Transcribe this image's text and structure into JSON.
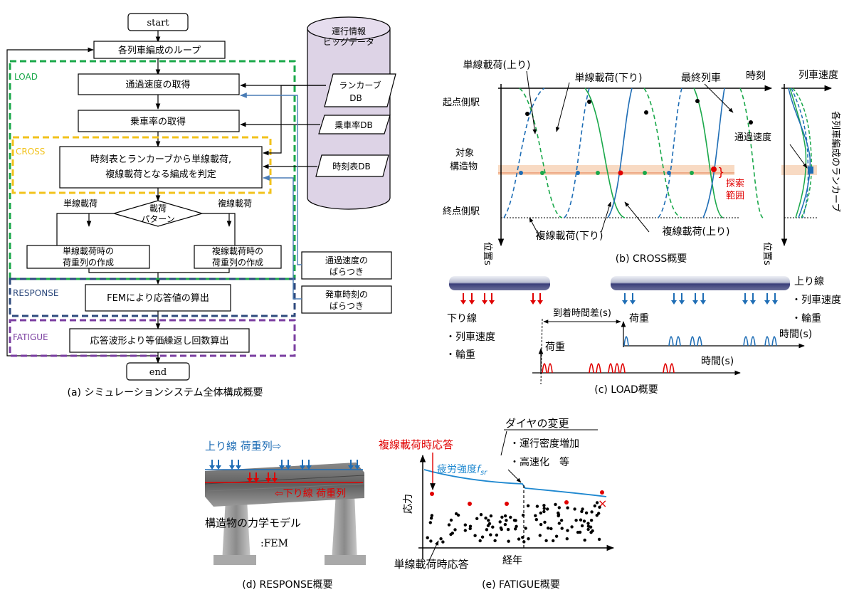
{
  "panel_a": {
    "caption": "(a) シミュレーションシステム全体構成概要",
    "start": "start",
    "end": "end",
    "loop": "各列車編成のループ",
    "db_cylinder": [
      "運行情報",
      "ビッグデータ"
    ],
    "db_runcurve": [
      "ランカーブ",
      "DB"
    ],
    "db_occupancy": "乗車率DB",
    "db_timetable": "時刻表DB",
    "section_load": "LOAD",
    "section_cross": "CROSS",
    "section_response": "RESPONSE",
    "section_fatigue": "FATIGUE",
    "step_speed": "通過速度の取得",
    "step_occupancy": "乗車率の取得",
    "step_judge": [
      "時刻表とランカーブから単線載荷,",
      "複線載荷となる編成を判定"
    ],
    "decision": [
      "載荷",
      "パターン"
    ],
    "branch_single": "単線載荷",
    "branch_double": "複線載荷",
    "single_series": [
      "単線載荷時の",
      "荷重列の作成"
    ],
    "double_series": [
      "複線載荷時の",
      "荷重列の作成"
    ],
    "speed_var": [
      "通過速度の",
      "ばらつき"
    ],
    "departure_var": [
      "発車時刻の",
      "ばらつき"
    ],
    "fem": "FEMにより応答値の算出",
    "fatigue_step": "応答波形より等価繰返し回数算出",
    "colors": {
      "load": "#1aa84a",
      "cross": "#f2c21b",
      "response": "#2e4a7d",
      "fatigue": "#7a3ea0",
      "arrow_blue": "#4a7cb5",
      "cylinder": "#ddd3e6"
    }
  },
  "panel_b": {
    "caption": "(b) CROSS概要",
    "single_up": "単線載荷(上り)",
    "single_down": "単線載荷(下り)",
    "last_train": "最終列車",
    "time_axis": "時刻",
    "origin": "起点側駅",
    "target": [
      "対象",
      "構造物"
    ],
    "terminal": "終点側駅",
    "search": [
      "探索",
      "範囲"
    ],
    "double_down": "複線載荷(下り)",
    "double_up": "複線載荷(上り)",
    "position": "位置s",
    "train_speed": "列車速度",
    "pass_speed": "通過速度",
    "run_curve": "各列車編成のランカーブ",
    "colors": {
      "blue": "#1e6db5",
      "green": "#1aa84a",
      "band": "#f7d4b8",
      "red": "#e00000"
    }
  },
  "panel_c": {
    "caption": "(c) LOAD概要",
    "down_line": "下り線",
    "down_items": [
      "・列車速度",
      "・輪重"
    ],
    "up_line": "上り線",
    "up_items": [
      "・列車速度",
      "・輪重"
    ],
    "arrival_diff": "到着時間差(s)",
    "load": "荷重",
    "time": "時間(s)"
  },
  "panel_d": {
    "caption": "(d) RESPONSE概要",
    "up_series": "上り線 荷重列⇨",
    "down_series": "⇦下り線 荷重列",
    "model": "構造物の力学モデル",
    "fem": ":FEM"
  },
  "panel_e": {
    "caption": "(e) FATIGUE概要",
    "double_resp": "複線載荷時応答",
    "diagram_change": "ダイヤの変更",
    "changes": [
      "・運行密度増加",
      "・高速化　等"
    ],
    "strength": "疲労強度",
    "strength_sym": "f",
    "strength_sub": "sr",
    "stress": "応力",
    "years": "経年",
    "single_resp": "単線載荷時応答"
  }
}
